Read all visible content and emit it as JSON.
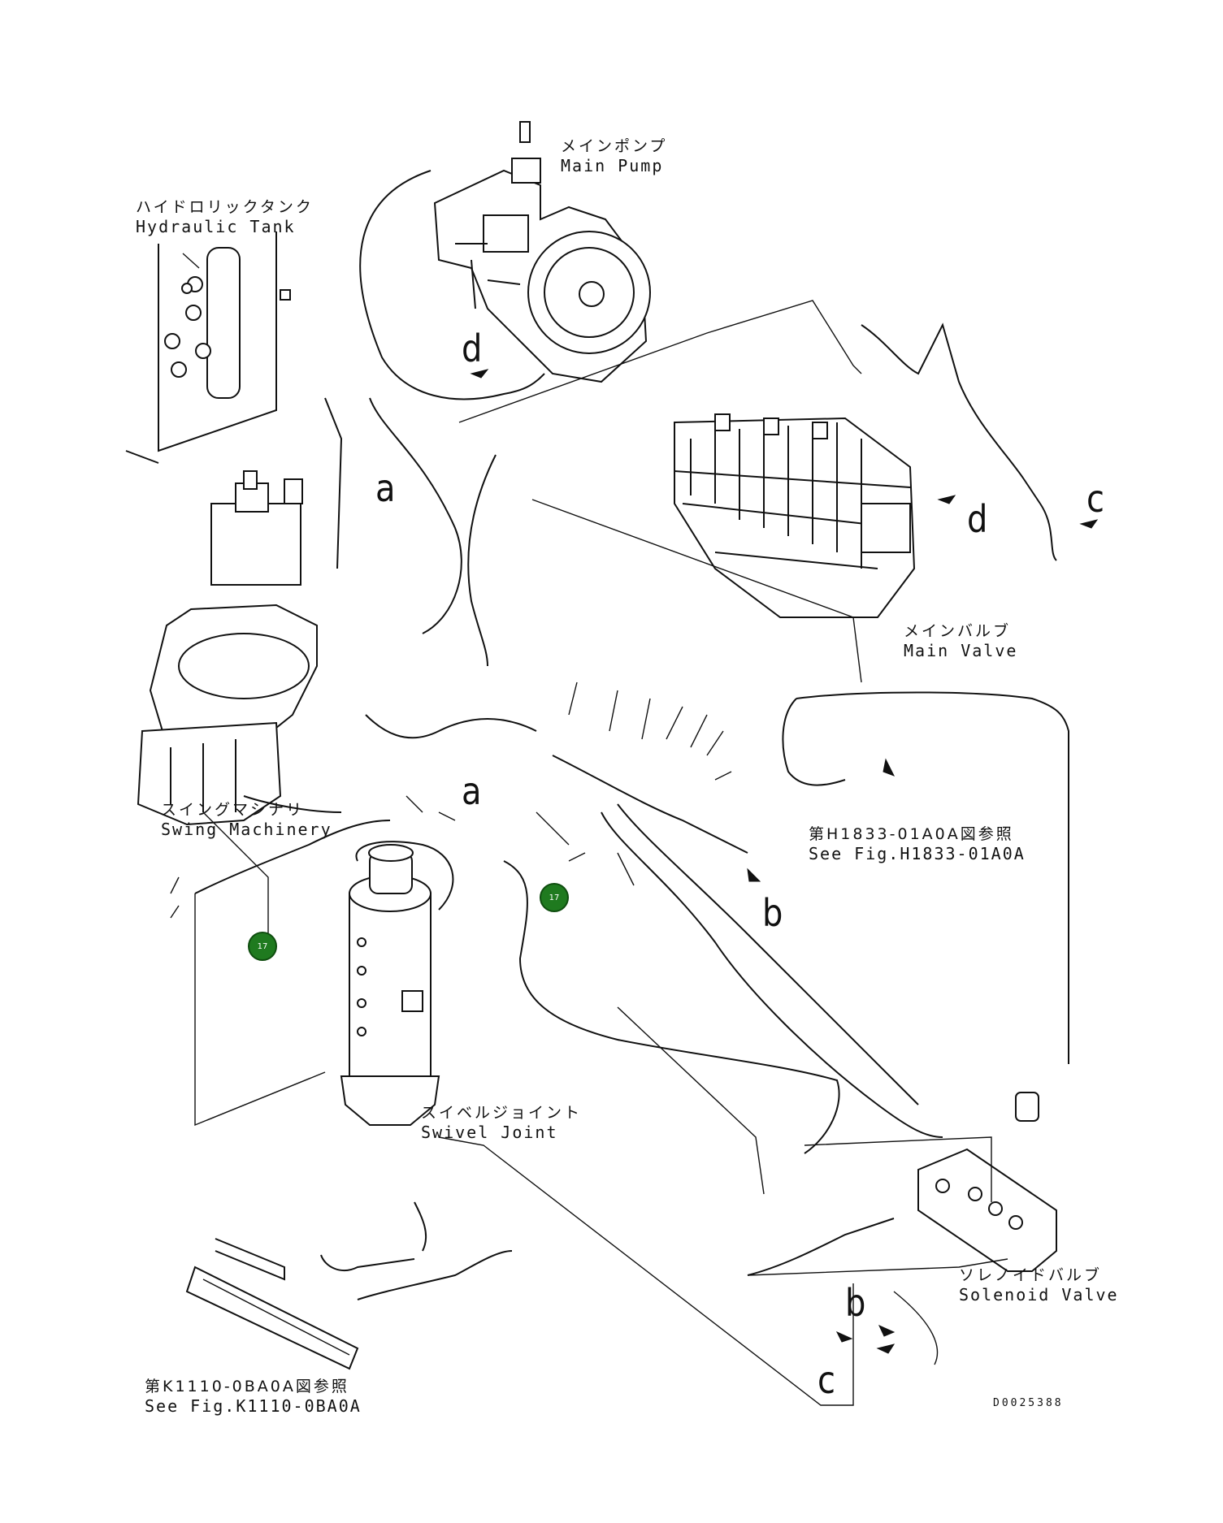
{
  "labels": {
    "main_pump": {
      "jp": "メインポンプ",
      "en": "Main Pump"
    },
    "hydraulic_tank": {
      "jp": "ハイドロリックタンク",
      "en": "Hydraulic Tank"
    },
    "swing_machinery": {
      "jp": "スイングマシナリ",
      "en": "Swing Machinery"
    },
    "main_valve": {
      "jp": "メインバルブ",
      "en": "Main Valve"
    },
    "see_fig_h1833": {
      "jp": "第H1833-01A0A図参照",
      "en": "See Fig.H1833-01A0A"
    },
    "swivel_joint": {
      "jp": "スイベルジョイント",
      "en": "Swivel Joint"
    },
    "solenoid_valve": {
      "jp": "ソレノイドバルブ",
      "en": "Solenoid Valve"
    },
    "see_fig_k1110": {
      "jp": "第K1110-0BA0A図参照",
      "en": "See Fig.K1110-0BA0A"
    }
  },
  "connection_letters": {
    "a_top": "a",
    "a_mid": "a",
    "b_right": "b",
    "b_bottom": "b",
    "c_top": "c",
    "c_bottom": "c",
    "d_pump": "d",
    "d_valve": "d"
  },
  "drawing_number": "D0025388",
  "markers": [
    {
      "label": "17",
      "color": "#1f7a1f"
    },
    {
      "label": "17",
      "color": "#1f7a1f"
    }
  ]
}
